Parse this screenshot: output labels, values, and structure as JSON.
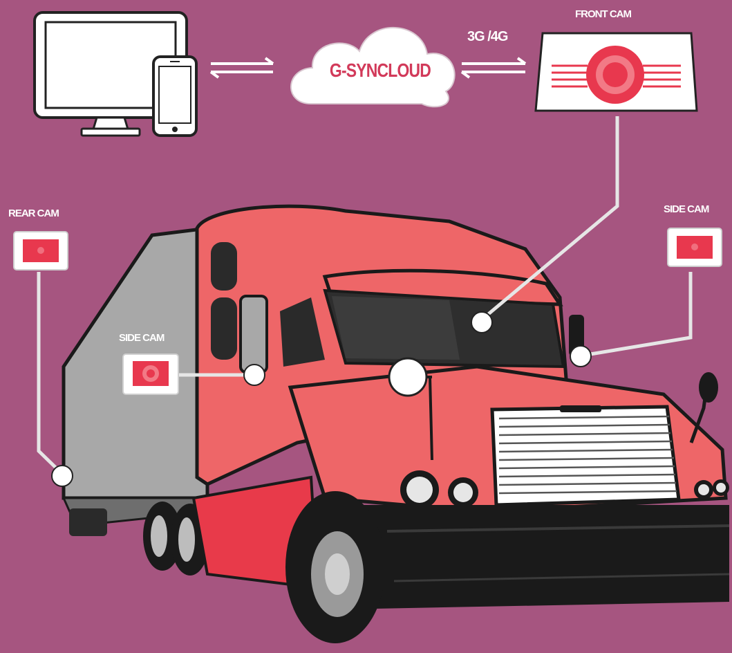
{
  "cloud": {
    "label": "G-SYNCLOUD"
  },
  "network": {
    "label": "3G /4G"
  },
  "labels": {
    "front_cam": "FRONT CAM",
    "rear_cam": "REAR CAM",
    "side_cam_left": "SIDE CAM",
    "side_cam_right": "SIDE CAM"
  },
  "colors": {
    "background": "#a65580",
    "truck_body": "#ee6668",
    "truck_red": "#e83a4a",
    "trailer": "#a8a8a8",
    "camera_accent": "#e8384e",
    "line": "#e6e6e6"
  },
  "icons": [
    "monitor-icon",
    "phone-icon",
    "cloud-icon",
    "front-camera-icon",
    "rear-camera-icon",
    "side-camera-icon",
    "truck-illustration"
  ]
}
